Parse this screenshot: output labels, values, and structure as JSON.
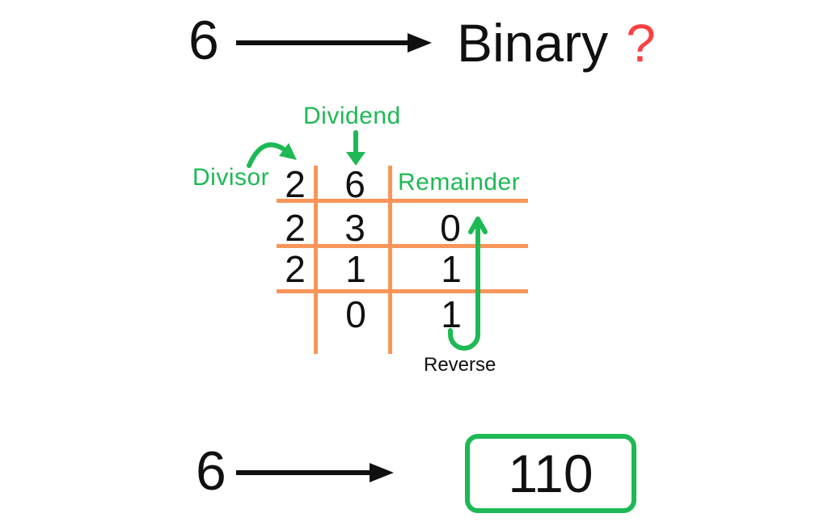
{
  "colors": {
    "green": "#1db954",
    "orange": "#f8965a",
    "red": "#fb4141",
    "ink": "#101010",
    "background": "#ffffff"
  },
  "header": {
    "source_number": "6",
    "target_label": "Binary",
    "question_mark": "?"
  },
  "division_table": {
    "labels": {
      "dividend": "Dividend",
      "divisor": "Divisor",
      "remainder": "Remainder",
      "reverse": "Reverse"
    },
    "rows": [
      {
        "divisor": "2",
        "quotient": "6",
        "remainder": ""
      },
      {
        "divisor": "2",
        "quotient": "3",
        "remainder": "0"
      },
      {
        "divisor": "2",
        "quotient": "1",
        "remainder": "1"
      },
      {
        "divisor": "",
        "quotient": "0",
        "remainder": "1"
      }
    ]
  },
  "footer": {
    "source_number": "6",
    "result": "110"
  }
}
